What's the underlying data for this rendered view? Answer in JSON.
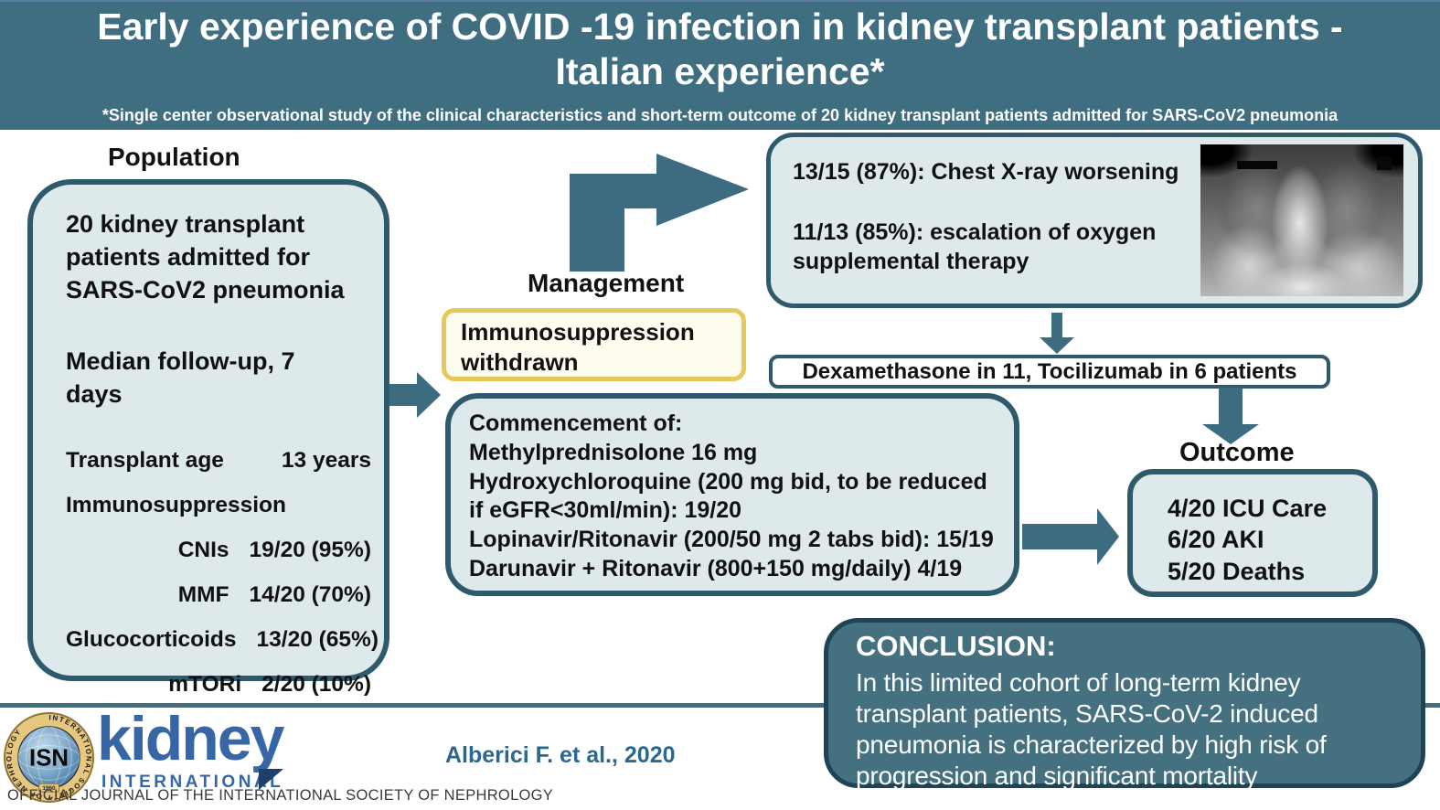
{
  "header": {
    "title": "Early experience of COVID -19 infection in kidney transplant patients - Italian experience*",
    "subtitle": "*Single center observational study of the clinical characteristics and short-term outcome of 20 kidney transplant patients admitted for SARS-CoV2 pneumonia"
  },
  "population": {
    "heading": "Population",
    "intro": "20 kidney transplant patients admitted for SARS-CoV2 pneumonia",
    "followup": "Median follow-up, 7 days",
    "table": [
      {
        "label": "Transplant age",
        "value": "13 years"
      },
      {
        "label": "Immunosuppression",
        "value": ""
      },
      {
        "label": "CNIs",
        "value": "19/20 (95%)"
      },
      {
        "label": "MMF",
        "value": "14/20 (70%)"
      },
      {
        "label": "Glucocorticoids",
        "value": "13/20 (65%)"
      },
      {
        "label": "mTORi",
        "value": "2/20 (10%)"
      }
    ]
  },
  "management": {
    "heading": "Management",
    "immunosuppression_box": "Immunosuppression withdrawn",
    "commencement_lines": [
      "Commencement of:",
      "Methylprednisolone 16 mg",
      "Hydroxychloroquine (200 mg bid, to be reduced",
      "if eGFR<30ml/min): 19/20",
      "Lopinavir/Ritonavir (200/50 mg 2 tabs bid): 15/19",
      "Darunavir + Ritonavir (800+150 mg/daily) 4/19"
    ]
  },
  "progression_box": {
    "line1": "13/15 (87%): Chest X-ray worsening",
    "line2": "11/13 (85%): escalation of oxygen supplemental therapy"
  },
  "treatment_box": "Dexamethasone in 11, Tocilizumab in 6 patients",
  "outcome": {
    "heading": "Outcome",
    "lines": [
      "4/20 ICU Care",
      "6/20 AKI",
      "5/20 Deaths"
    ]
  },
  "conclusion": {
    "heading": "CONCLUSION:",
    "body": "In this limited cohort of long-term kidney transplant patients, SARS-CoV-2 induced pneumonia is characterized by high risk of progression and significant mortality"
  },
  "footer": {
    "citation": "Alberici F. et al., 2020",
    "journal_name": "kidney",
    "journal_subname": "INTERNATIONAL",
    "tagline": "OFFICIAL JOURNAL OF THE INTERNATIONAL SOCIETY OF NEPHROLOGY",
    "isn_monogram": "ISN",
    "isn_ring_text": "INTERNATIONAL SOCIETY OF NEPHROLOGY",
    "isn_year": "1960"
  },
  "colors": {
    "teal": "#3f6e80",
    "arrow": "#3d6c80",
    "boxfill": "#dde9eb",
    "boxborder": "#2e5a6b",
    "yellowfill": "#fffdf0",
    "yellowborder": "#e6c95a",
    "conclfill": "#45707f",
    "conclborder": "#1e4355",
    "brandblue": "#3766a5",
    "citationblue": "#2b688e"
  }
}
